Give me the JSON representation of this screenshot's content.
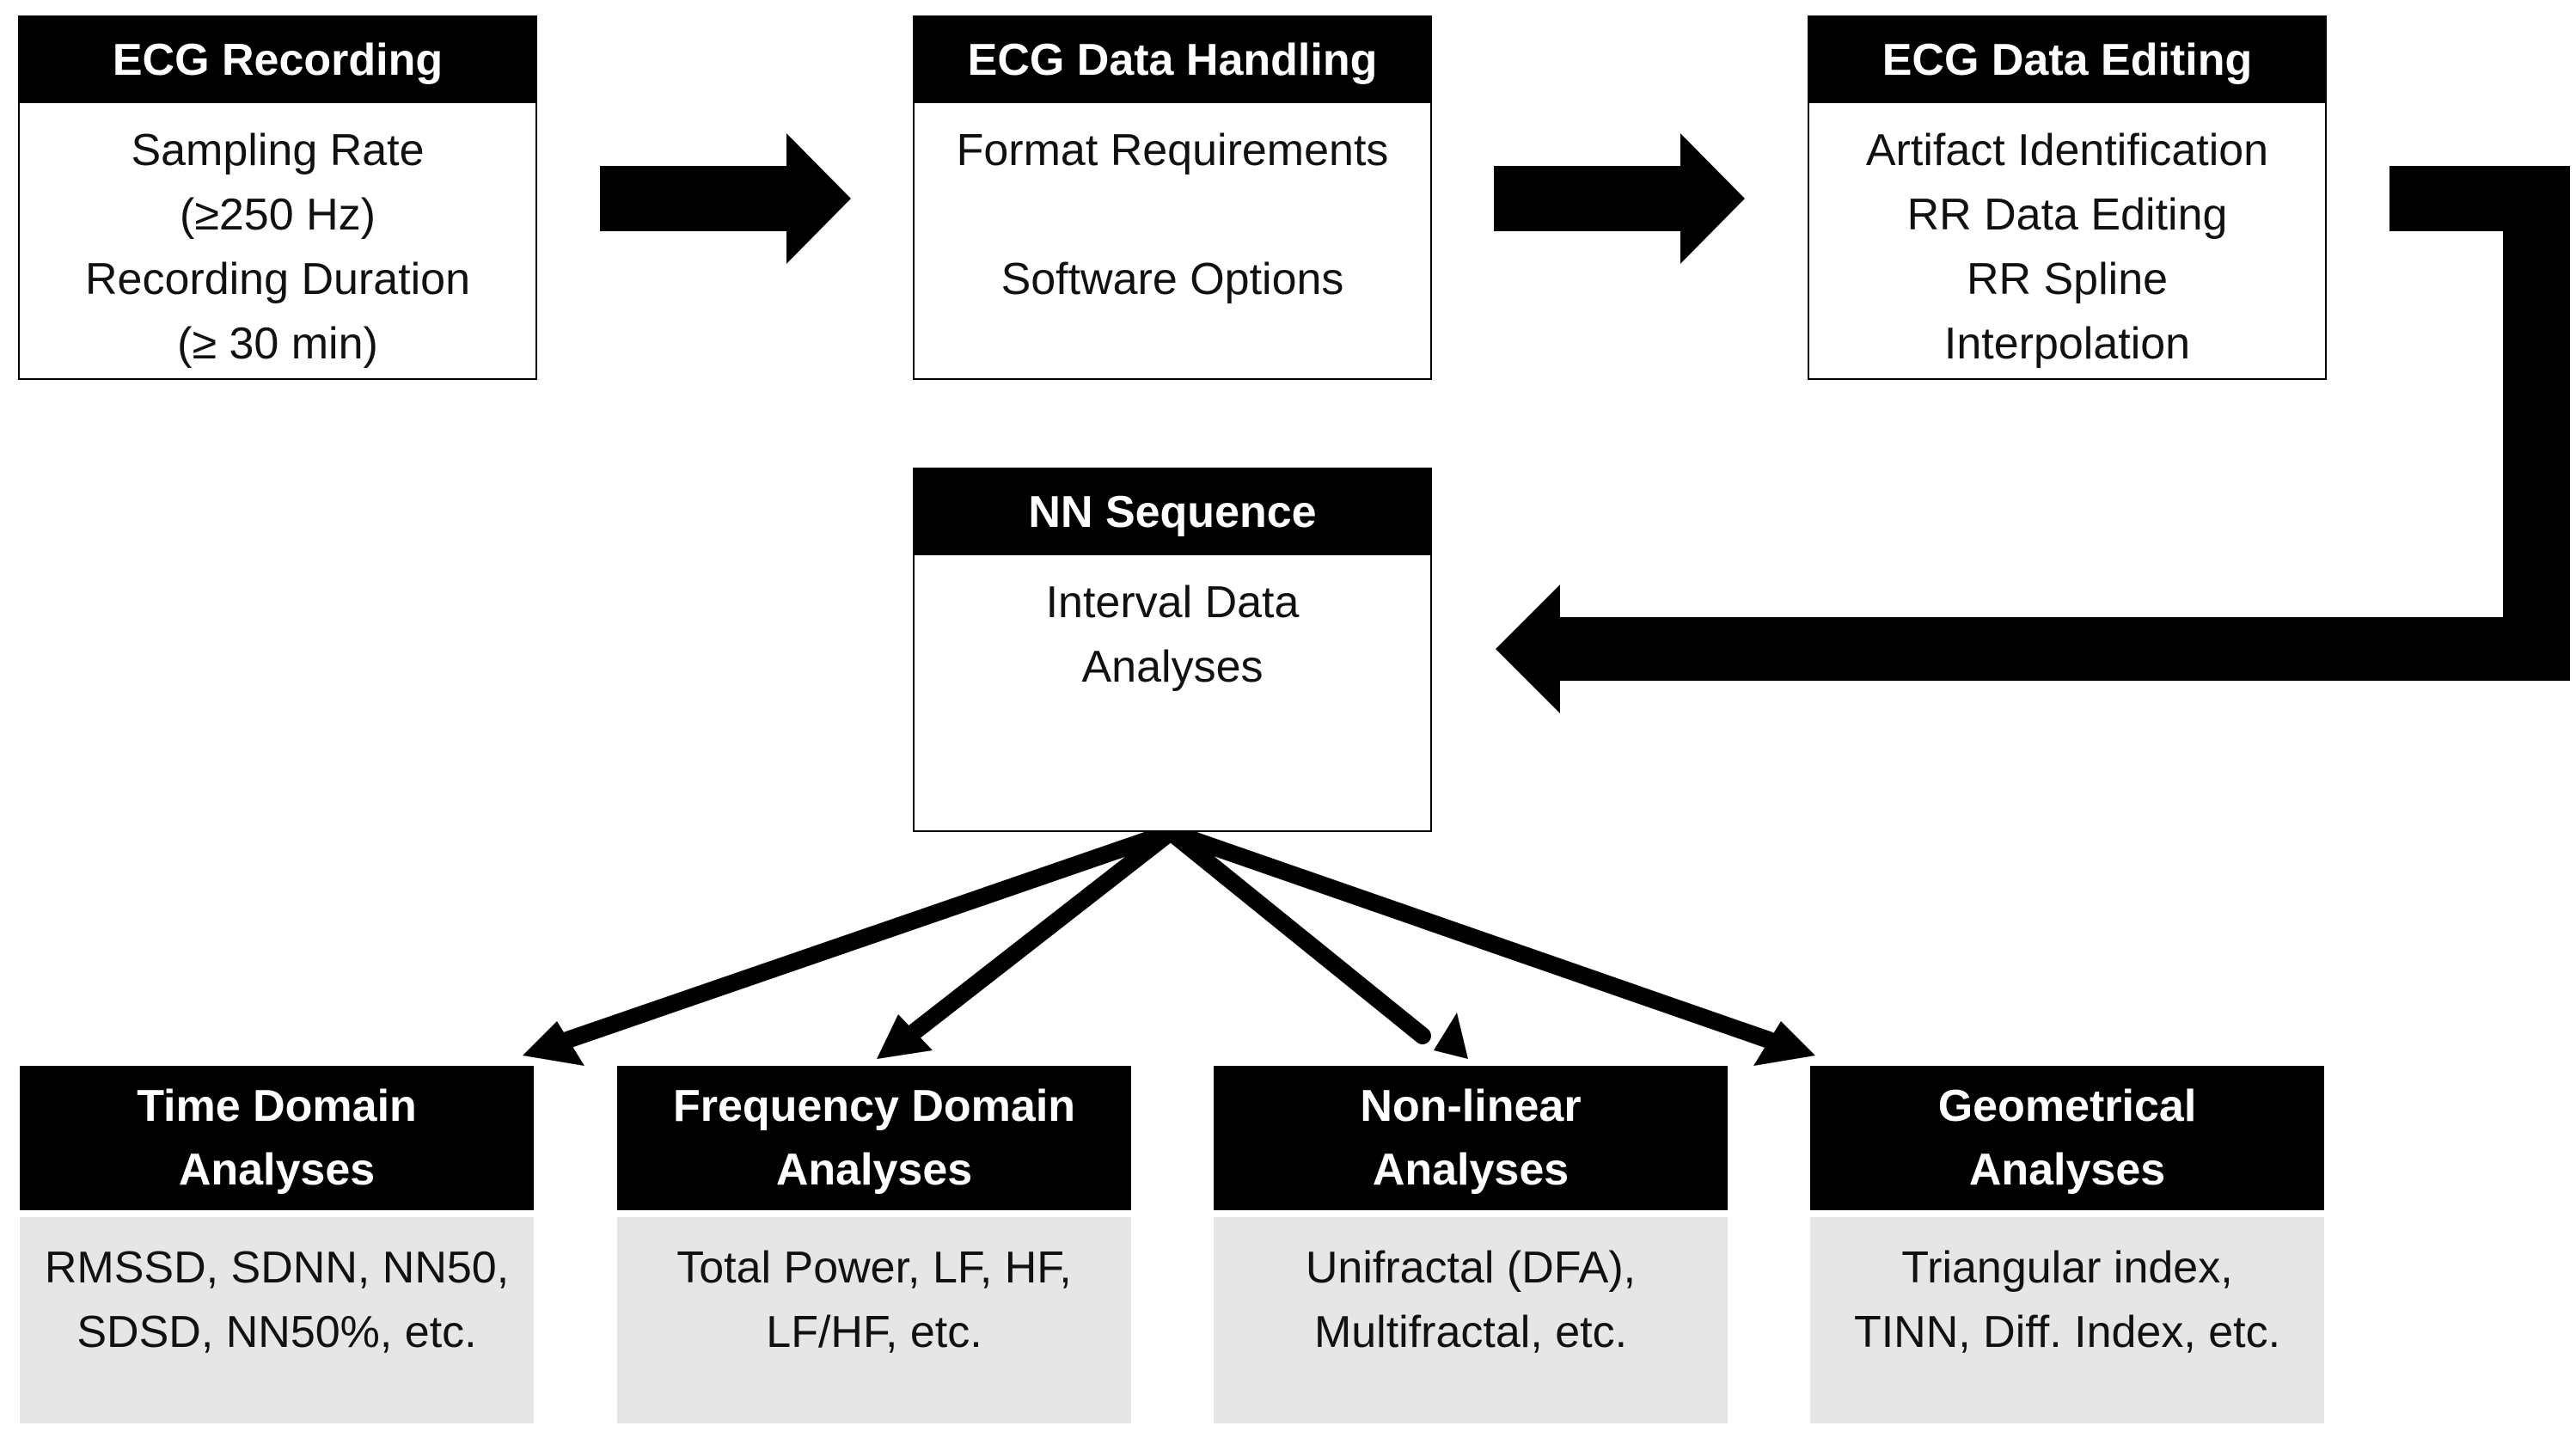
{
  "top_row": [
    {
      "title": "ECG Recording",
      "lines": [
        "Sampling Rate",
        "(≥250 Hz)",
        "Recording Duration",
        "(≥ 30 min)"
      ]
    },
    {
      "title": "ECG Data Handling",
      "lines": [
        "Format Requirements",
        "Software Options"
      ]
    },
    {
      "title": "ECG Data Editing",
      "lines": [
        "Artifact Identification",
        "RR Data Editing",
        "RR Spline",
        "Interpolation"
      ]
    }
  ],
  "nn_sequence": {
    "title": "NN Sequence",
    "lines": [
      "Interval Data",
      "Analyses"
    ]
  },
  "analyses": [
    {
      "title_lines": [
        "Time Domain",
        "Analyses"
      ],
      "lines": [
        "RMSSD, SDNN, NN50,",
        "SDSD, NN50%, etc."
      ]
    },
    {
      "title_lines": [
        "Frequency Domain",
        "Analyses"
      ],
      "lines": [
        "Total Power, LF, HF,",
        "LF/HF, etc."
      ]
    },
    {
      "title_lines": [
        "Non-linear",
        "Analyses"
      ],
      "lines": [
        "Unifractal (DFA),",
        "Multifractal, etc."
      ]
    },
    {
      "title_lines": [
        "Geometrical",
        "Analyses"
      ],
      "lines": [
        "Triangular index,",
        "TINN, Diff. Index, etc."
      ]
    }
  ],
  "colors": {
    "header_bg": "#000000",
    "header_text": "#ffffff",
    "analysis_body_bg": "#e6e6e6"
  }
}
